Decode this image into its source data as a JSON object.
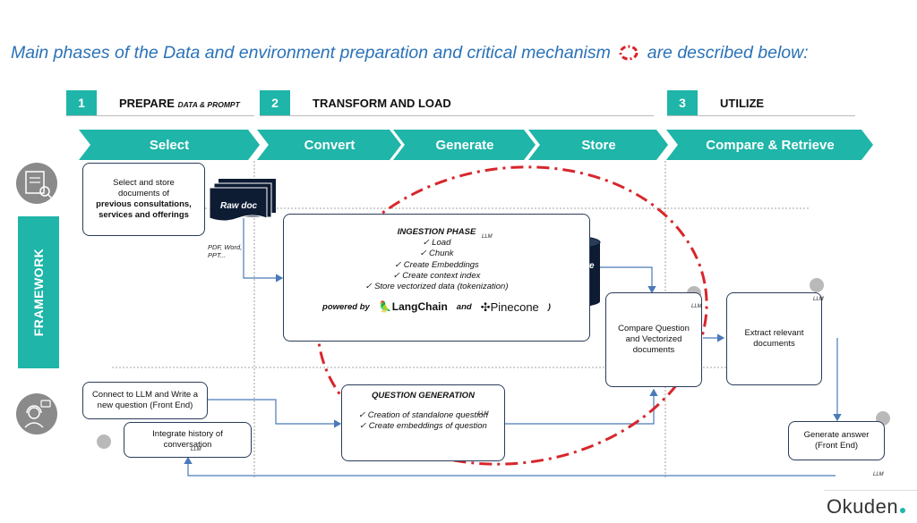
{
  "title": {
    "before": "Main phases of the Data and environment preparation and critical mechanism",
    "after": "are described below:"
  },
  "phases": [
    {
      "number": "1",
      "label": "PREPARE",
      "sublabel": "DATA & PROMPT"
    },
    {
      "number": "2",
      "label": "TRANSFORM AND LOAD",
      "sublabel": ""
    },
    {
      "number": "3",
      "label": "UTILIZE",
      "sublabel": ""
    }
  ],
  "steps": [
    "Select",
    "Convert",
    "Generate",
    "Store",
    "Compare & Retrieve"
  ],
  "sidebar": {
    "framework_label": "FRAMEWORK"
  },
  "boxes": {
    "select_store": {
      "line1": "Select and store",
      "line2": "documents of",
      "bold": "previous consultations, services and offerings"
    },
    "raw_doc": "Raw doc",
    "raw_formats": "PDF, Word, PPT...",
    "ingestion": {
      "title": "INGESTION PHASE",
      "items": [
        "✓ Load",
        "✓ Chunk",
        "✓ Create Embeddings",
        "✓ Create context index",
        "✓ Store vectorized data (tokenization)"
      ],
      "powered_by": "powered by",
      "langchain": "LangChain",
      "and": "and",
      "pinecone": "Pinecone",
      "close": ")"
    },
    "vector_store": "Vector Store",
    "compare": "Compare Question and Vectorized documents",
    "extract": "Extract relevant documents",
    "connect": "Connect to LLM and Write a new question (Front End)",
    "history": "Integrate history of conversation",
    "question_gen": {
      "title": "QUESTION GENERATION",
      "items": [
        "✓ Creation of standalone question",
        "✓ Create embeddings of question"
      ]
    },
    "generate_answer": "Generate answer (Front End)"
  },
  "llm_tag": "LLM",
  "logo": "Okuden",
  "colors": {
    "teal": "#1fb5a8",
    "title_blue": "#2a72b8",
    "dashed_red": "#d8262b",
    "box_border": "#2a3c5a",
    "arrow_blue": "#4a7ab8"
  }
}
